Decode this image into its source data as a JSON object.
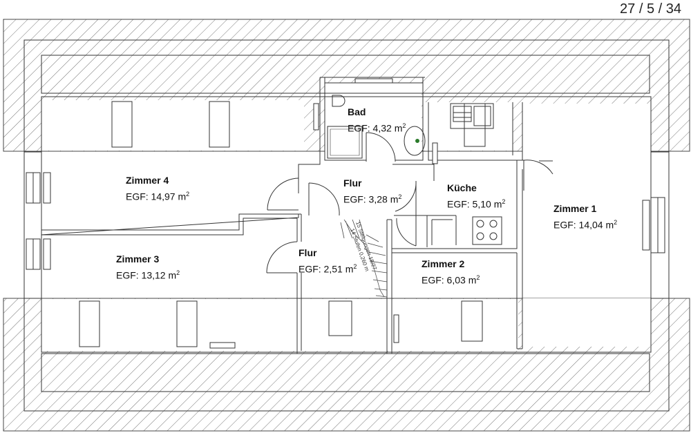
{
  "page_number": "27 / 5 / 34",
  "rooms": {
    "bad": {
      "name": "Bad",
      "area_prefix": "EGF: 4,32 m",
      "unit_exp": "2"
    },
    "flur1": {
      "name": "Flur",
      "area_prefix": "EGF: 3,28 m",
      "unit_exp": "2"
    },
    "kueche": {
      "name": "Küche",
      "area_prefix": "EGF: 5,10 m",
      "unit_exp": "2"
    },
    "zimmer4": {
      "name": "Zimmer 4",
      "area_prefix": "EGF: 14,97 m",
      "unit_exp": "2"
    },
    "zimmer1": {
      "name": "Zimmer 1",
      "area_prefix": "EGF: 14,04 m",
      "unit_exp": "2"
    },
    "zimmer3": {
      "name": "Zimmer 3",
      "area_prefix": "EGF: 13,12 m",
      "unit_exp": "2"
    },
    "flur2": {
      "name": "Flur",
      "area_prefix": "EGF: 2,51 m",
      "unit_exp": "2"
    },
    "zimmer2": {
      "name": "Zimmer 2",
      "area_prefix": "EGF: 6,03 m",
      "unit_exp": "2"
    }
  },
  "stair": {
    "line1": "15 Steigungen 18/27",
    "line2": "14 Stufen 0,260 m"
  }
}
